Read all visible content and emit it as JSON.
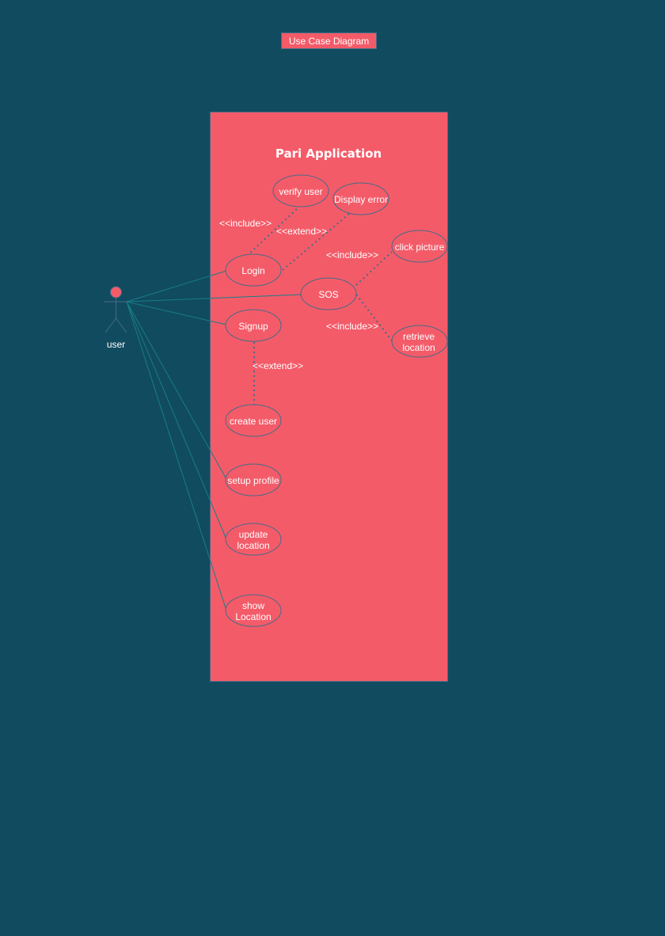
{
  "title_button": {
    "label": "Use Case Diagram"
  },
  "system": {
    "name": "Pari Application"
  },
  "actor": {
    "name": "user"
  },
  "use_cases": {
    "verify_user": [
      "verify user"
    ],
    "display_error": [
      "Display error"
    ],
    "login": [
      "Login"
    ],
    "click_picture": [
      "click picture"
    ],
    "sos": [
      "SOS"
    ],
    "signup": [
      "Signup"
    ],
    "retrieve_location": [
      "retrieve",
      "location"
    ],
    "create_user": [
      "create user"
    ],
    "setup_profile": [
      "setup profile"
    ],
    "update_location": [
      "update",
      "location"
    ],
    "show_location": [
      "show",
      "Location"
    ]
  },
  "relationships": {
    "login_verify": "<<include>>",
    "login_display_error": "<<extend>>",
    "sos_click_picture": "<<include>>",
    "sos_retrieve_location": "<<include>>",
    "signup_create_user": "<<extend>>"
  },
  "colors": {
    "background": "#114B5F",
    "system_fill": "#F45B69",
    "stroke": "#456B87",
    "association": "#177E89",
    "text": "#FFFFFF"
  }
}
